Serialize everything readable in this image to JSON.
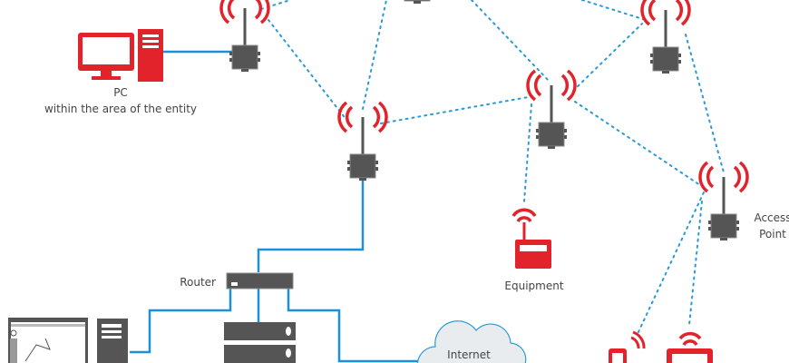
{
  "labels": {
    "pc": "PC",
    "pc_sub": "within the area of the entity",
    "router": "Router",
    "equipment": "Equipment",
    "access_point_1": "Access",
    "access_point_2": "Point",
    "internet": "Internet"
  },
  "colors": {
    "device": "#555555",
    "signal": "#e3232b",
    "wireless_link": "#2a9ad6",
    "wired_link": "#1e8fd8",
    "cloud": "#e9ecee"
  }
}
